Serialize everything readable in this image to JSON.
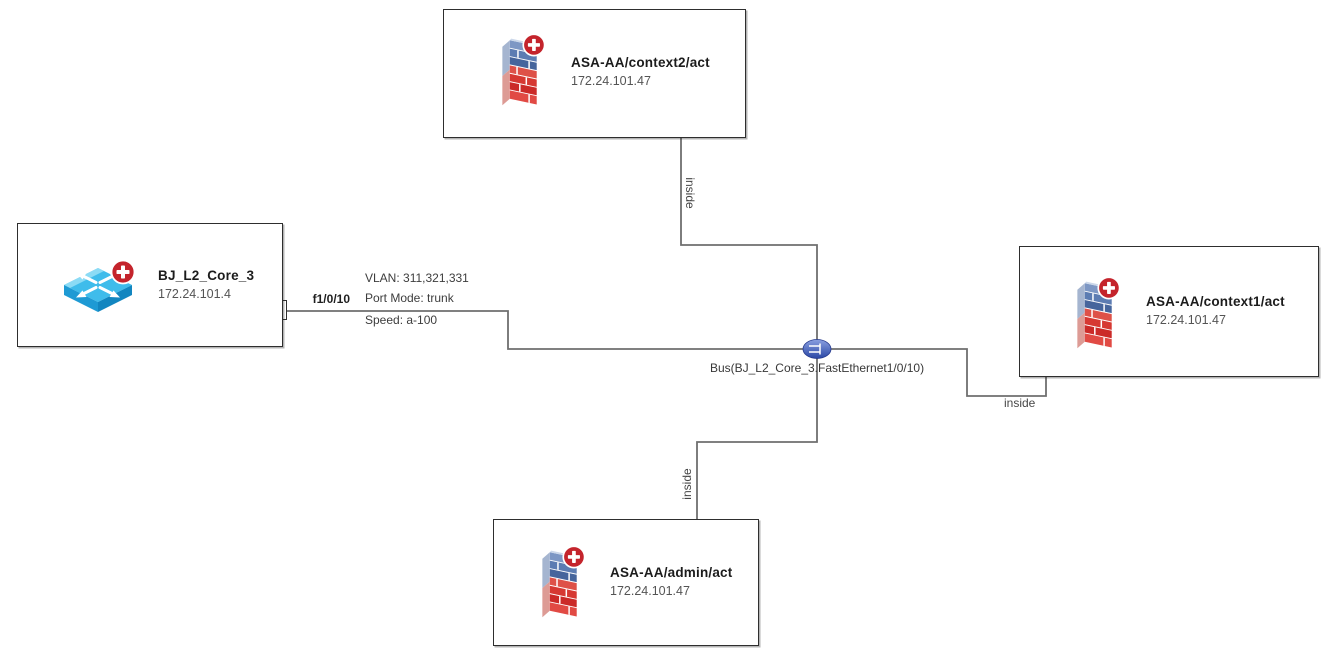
{
  "diagram": {
    "nodes": [
      {
        "id": "asa-context2",
        "label": "ASA-AA/context2/act",
        "ip": "172.24.101.47",
        "icon": "firewall"
      },
      {
        "id": "bj-l2-core-3",
        "label": "BJ_L2_Core_3",
        "ip": "172.24.101.4",
        "icon": "switch"
      },
      {
        "id": "asa-context1",
        "label": "ASA-AA/context1/act",
        "ip": "172.24.101.47",
        "icon": "firewall"
      },
      {
        "id": "asa-admin",
        "label": "ASA-AA/admin/act",
        "ip": "172.24.101.47",
        "icon": "firewall"
      }
    ],
    "bus": {
      "label": "Bus(BJ_L2_Core_3.FastEthernet1/0/10)"
    },
    "link_labels": {
      "switch_port": "f1/0/10",
      "vlan": "VLAN: 311,321,331",
      "port_mode": "Port Mode: trunk",
      "speed": "Speed: a-100",
      "inside_top": "inside",
      "inside_right": "inside",
      "inside_bottom": "inside"
    },
    "colors": {
      "link": "#6f6f6f",
      "node_border": "#2e2e2e",
      "bus_fill_top": "#8aa0e0",
      "bus_fill_bottom": "#2a47a5",
      "badge_red": "#c4242c",
      "firewall_blue": "#5c7cb2",
      "firewall_red": "#d63832",
      "switch_cyan": "#3fbceb"
    }
  }
}
